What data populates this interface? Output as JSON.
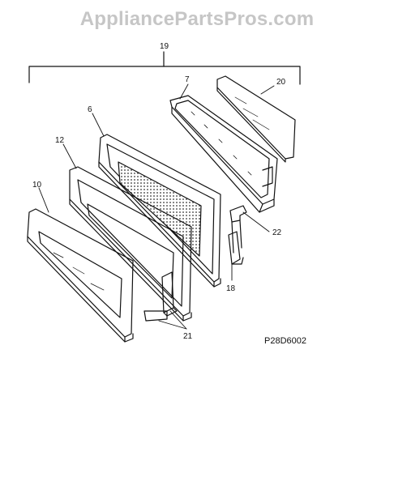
{
  "watermark": "AppliancePartsPros.com",
  "diagram_code": "P28D6002",
  "callouts": {
    "c19": "19",
    "c7": "7",
    "c20": "20",
    "c6": "6",
    "c12": "12",
    "c10": "10",
    "c22": "22",
    "c18": "18",
    "c21": "21"
  },
  "colors": {
    "line": "#111111",
    "watermark": "#c6c6c6"
  }
}
